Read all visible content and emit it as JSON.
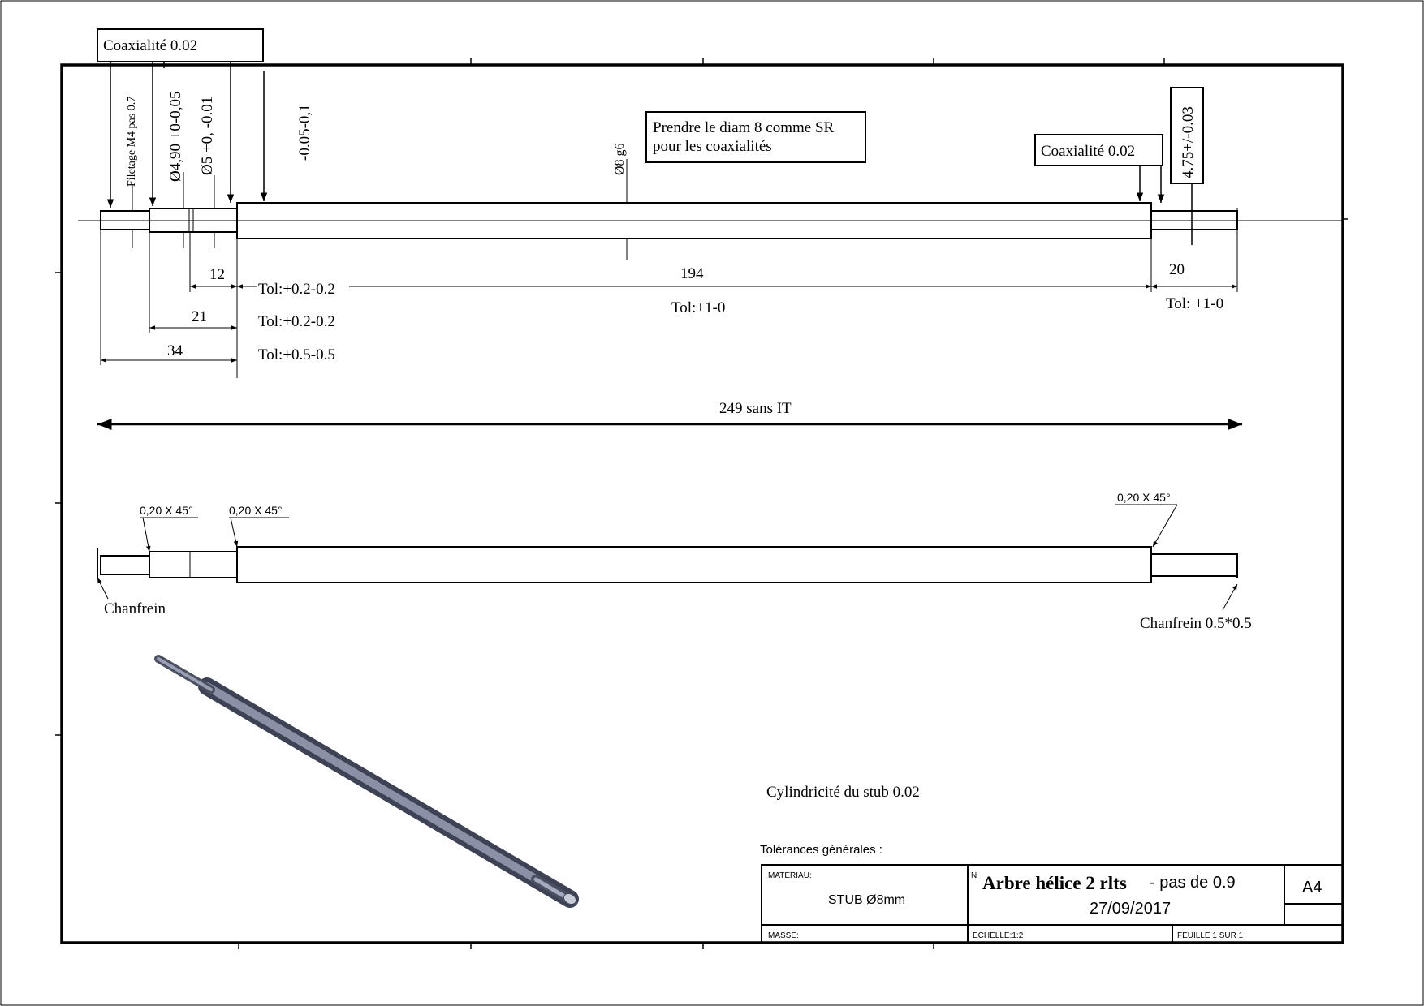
{
  "callouts": {
    "coaxiality_left": "Coaxialité 0.02",
    "coaxiality_right": "Coaxialité 0.02",
    "note_sr_line1": "Prendre le diam 8 comme SR",
    "note_sr_line2": " pour les coaxialités",
    "tol_4_75": "4.75+/-0.03"
  },
  "vertical_labels": {
    "thread": "Filetage M4 pas 0.7",
    "dia_4_90": "Ø4,90  +0-0,05",
    "dia_5": "Ø5  +0, -0.01",
    "tol_shoulder": "-0.05-0,1",
    "dia_8": "Ø8 g6"
  },
  "dimensions": {
    "d12": "12",
    "d21": "21",
    "d34": "34",
    "d194": "194",
    "d20": "20",
    "overall": "249 sans IT",
    "tol_12": "Tol:+0.2-0.2",
    "tol_21": "Tol:+0.2-0.2",
    "tol_34": "Tol:+0.5-0.5",
    "tol_194": "Tol:+1-0",
    "tol_20": "Tol: +1-0"
  },
  "side_view": {
    "chamfer_left_a": "0,20 X 45°",
    "chamfer_left_b": "0,20 X 45°",
    "chamfer_right": "0,20 X 45°",
    "chanfrein": "Chanfrein",
    "chanfrein_right": "Chanfrein 0.5*0.5"
  },
  "notes": {
    "cylindricity": "Cylindricité du stub 0.02",
    "general_tolerances": "Tolérances générales :"
  },
  "title_block": {
    "material_label": "MATERIAU:",
    "material_value": "STUB Ø8mm",
    "no_label": "N",
    "title": "Arbre hélice 2 rlts",
    "subtitle": " - pas de 0.9",
    "date": "27/09/2017",
    "sheet_size": "A4",
    "mass_label": "MASSE:",
    "scale_label": "ECHELLE:1:2",
    "sheet_label": "FEUILLE 1 SUR 1"
  }
}
